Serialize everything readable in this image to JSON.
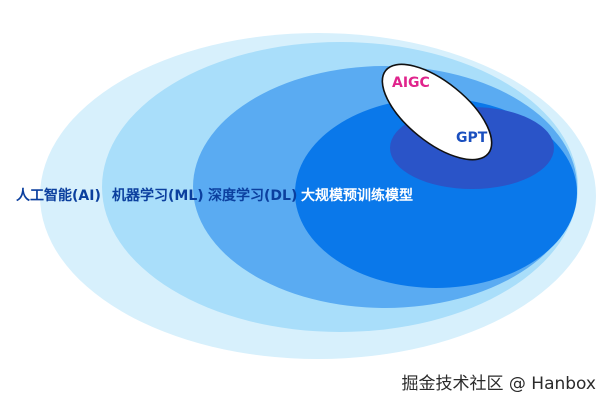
{
  "layers": [
    {
      "label": "人工智能(AI)",
      "fill": "#d7f0fc",
      "text_color": "#0b3f9e"
    },
    {
      "label": "机器学习(ML)",
      "fill": "#a9defa",
      "text_color": "#0b3f9e"
    },
    {
      "label": "深度学习(DL)",
      "fill": "#5aabf2",
      "text_color": "#0b3f9e"
    },
    {
      "label": "大规模预训练模型",
      "fill": "#0a78ea",
      "text_color": "#ffffff"
    },
    {
      "label": "GPT",
      "fill": "#2a54c8",
      "text_color": "#1a4fbf"
    },
    {
      "label": "AIGC",
      "fill": "#ffffff",
      "text_color": "#e0248c"
    }
  ],
  "watermark": "掘金技术社区 @ Hanbox"
}
